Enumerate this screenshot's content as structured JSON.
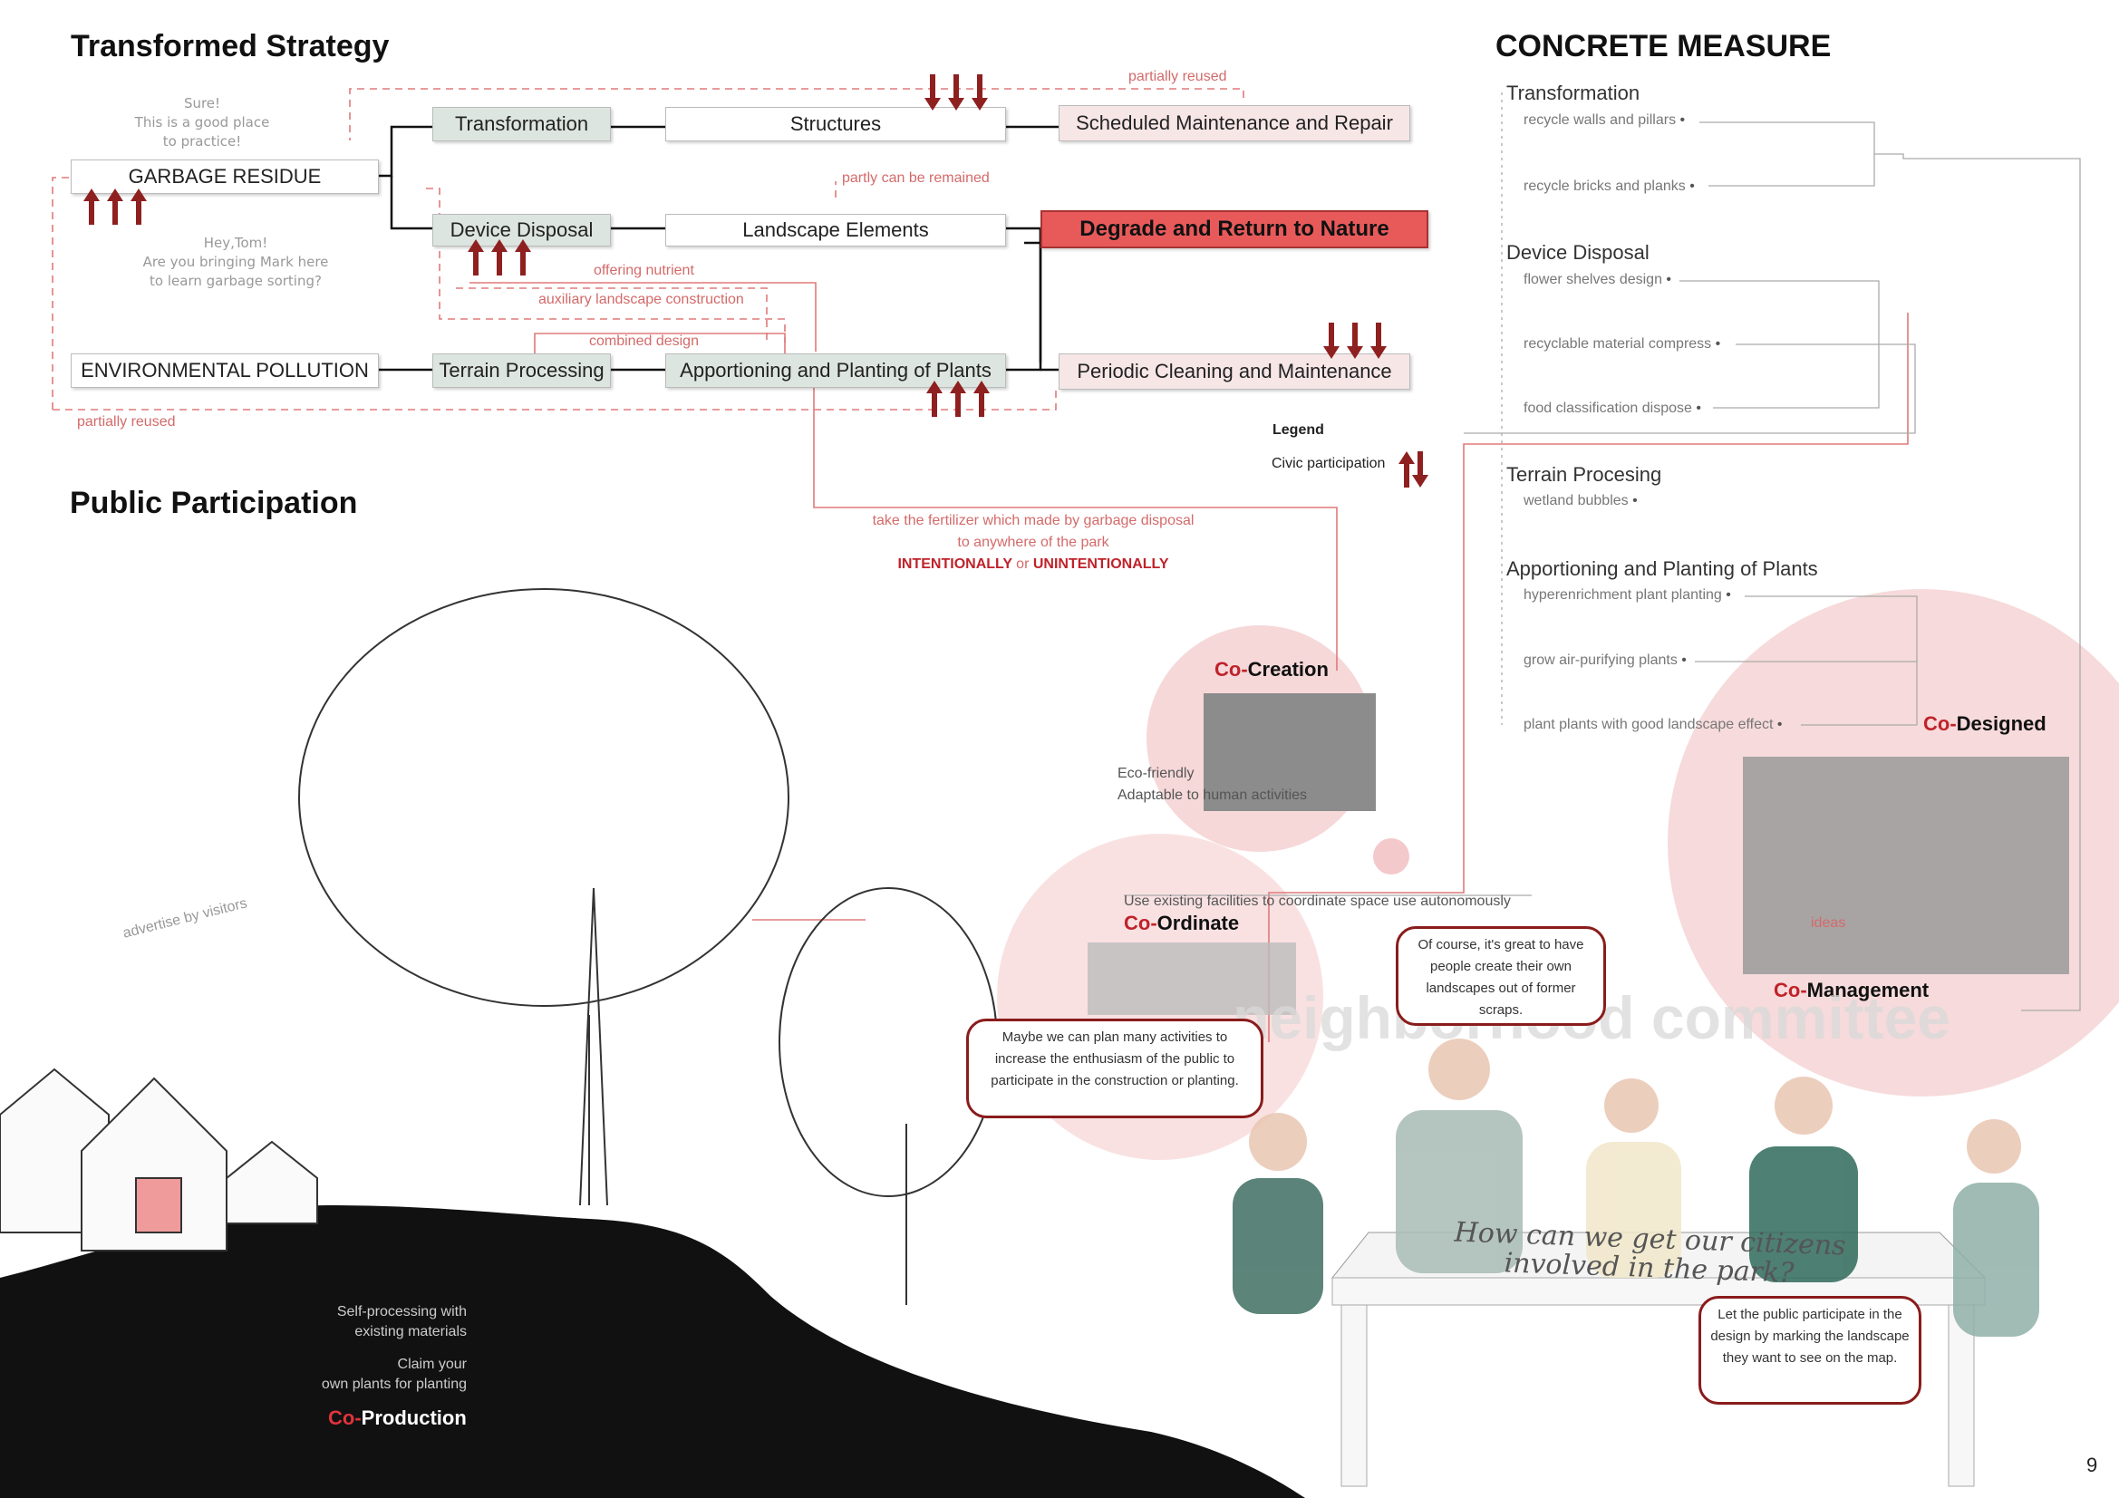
{
  "headings": {
    "strategy": "Transformed Strategy",
    "measure": "CONCRETE MEASURE",
    "participation": "Public Participation"
  },
  "strategy": {
    "garbage": "GARBAGE RESIDUE",
    "pollution": "ENVIRONMENTAL POLLUTION",
    "transformation": "Transformation",
    "device": "Device Disposal",
    "terrain": "Terrain Processing",
    "structures": "Structures",
    "landscape": "Landscape Elements",
    "apportion": "Apportioning and Planting of Plants",
    "scheduled": "Scheduled Maintenance and Repair",
    "degrade": "Degrade and Return to Nature",
    "periodic": "Periodic Cleaning and Maintenance",
    "notes": {
      "partially_reused_top": "partially reused",
      "partially_reused_bottom": "partially reused",
      "partly_remained": "partly can be remained",
      "offering_nutrient": "offering nutrient",
      "auxiliary": "auxiliary landscape construction",
      "combined": "combined design"
    },
    "speech": {
      "sure": [
        "Sure!",
        "This is a good place",
        "to practice!"
      ],
      "hey": [
        "Hey,Tom!",
        "Are you bringing Mark here",
        "to learn garbage sorting?"
      ]
    }
  },
  "legend": {
    "title": "Legend",
    "civic": "Civic participation"
  },
  "fertilizer": {
    "line1": "take the fertilizer which made by garbage disposal",
    "line2": "to anywhere of the park",
    "intentionally": "INTENTIONALLY",
    "or": "or",
    "unintentionally": "UNINTENTIONALLY"
  },
  "measure": {
    "groups": [
      {
        "title": "Transformation",
        "items": [
          "recycle walls and pillars",
          "recycle bricks and planks"
        ]
      },
      {
        "title": "Device Disposal",
        "items": [
          "flower shelves design",
          "recyclable material compress",
          "food classification dispose"
        ]
      },
      {
        "title": "Terrain Procesing",
        "items": [
          "wetland bubbles"
        ]
      },
      {
        "title": "Apportioning and Planting of Plants",
        "items": [
          "hyperenrichment plant planting",
          "grow air-purifying plants",
          "plant plants with good landscape effect"
        ]
      }
    ]
  },
  "co": {
    "prefix": "Co-",
    "creation": "Creation",
    "ordinate": "Ordinate",
    "designed": "Designed",
    "management": "Management",
    "production": "Production",
    "eco1": "Eco-friendly",
    "eco2": "Adaptable to human activities",
    "existing": "Use existing facilities to coordinate space use autonomously",
    "ideas": "ideas",
    "neighborhood": "neighborhood committee"
  },
  "participation": {
    "advertise": "advertise by visitors",
    "self_processing": [
      "Self-processing with",
      "existing materials"
    ],
    "claim": [
      "Claim your",
      "own plants for planting"
    ]
  },
  "bubbles": {
    "maybe": "Maybe we can plan many activities to increase the enthusiasm of the public to participate in the construction or planting.",
    "ofcourse": "Of course, it's great to have people create their own landscapes out of former scraps.",
    "letpublic": "Let the public participate in the design by marking the landscape they want to see on the map."
  },
  "table_text": [
    "How can we get our citizens",
    "involved in the park?"
  ],
  "page_number": "9",
  "colors": {
    "accent": "#c0222a",
    "pink": "#f3c9cc",
    "green": "#dde5e0"
  }
}
